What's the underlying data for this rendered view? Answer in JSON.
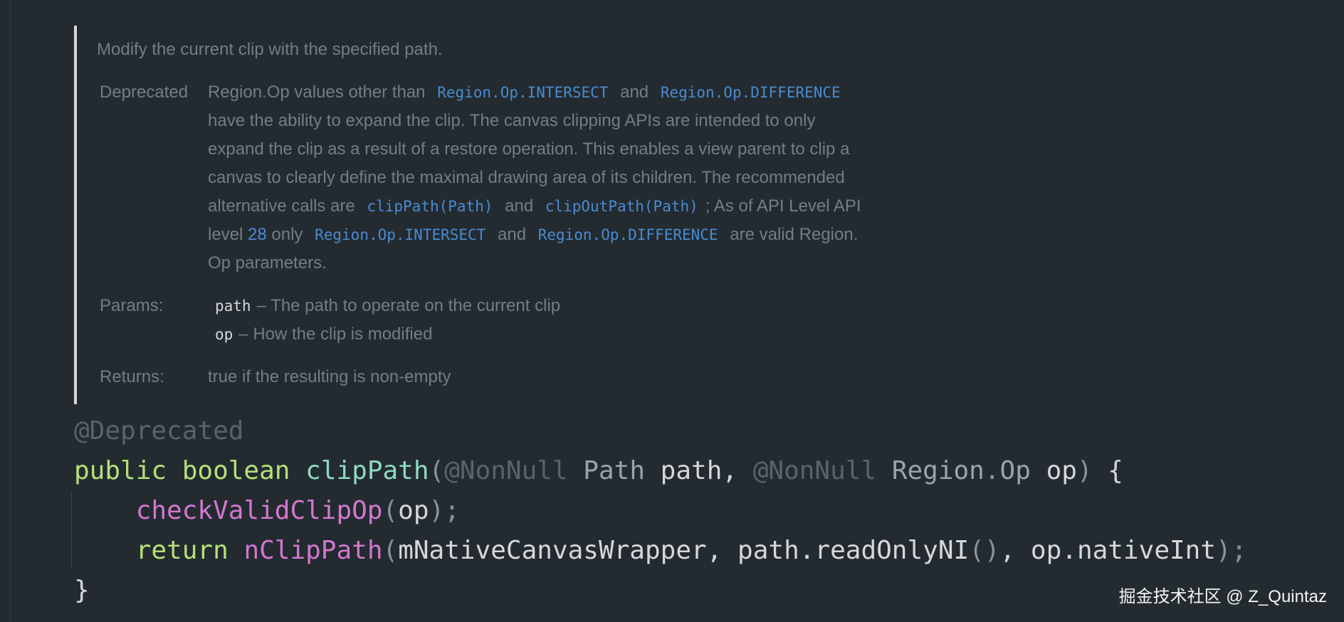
{
  "doc": {
    "summary": "Modify the current clip with the specified path.",
    "deprecated_label": "Deprecated",
    "deprecated_lines": [
      [
        {
          "t": "Region.Op values other than ",
          "k": "text"
        },
        {
          "t": "Region.Op.INTERSECT",
          "k": "code"
        },
        {
          "t": " and ",
          "k": "text"
        },
        {
          "t": "Region.Op.DIFFERENCE",
          "k": "code"
        }
      ],
      [
        {
          "t": "have the ability to expand the clip. The canvas clipping APIs are intended to only",
          "k": "text"
        }
      ],
      [
        {
          "t": "expand the clip as a result of a restore operation. This enables a view parent to clip a",
          "k": "text"
        }
      ],
      [
        {
          "t": "canvas to clearly define the maximal drawing area of its children. The recommended",
          "k": "text"
        }
      ],
      [
        {
          "t": "alternative calls are ",
          "k": "text"
        },
        {
          "t": "clipPath(Path)",
          "k": "code"
        },
        {
          "t": " and ",
          "k": "text"
        },
        {
          "t": "clipOutPath(Path)",
          "k": "code"
        },
        {
          "t": "; As of API Level API",
          "k": "text"
        }
      ],
      [
        {
          "t": "level ",
          "k": "text"
        },
        {
          "t": "28",
          "k": "num"
        },
        {
          "t": " only ",
          "k": "text"
        },
        {
          "t": "Region.Op.INTERSECT",
          "k": "code"
        },
        {
          "t": " and ",
          "k": "text"
        },
        {
          "t": "Region.Op.DIFFERENCE",
          "k": "code"
        },
        {
          "t": " are valid Region.",
          "k": "text"
        }
      ],
      [
        {
          "t": "Op parameters.",
          "k": "text"
        }
      ]
    ],
    "params_label": "Params:",
    "params": [
      {
        "name": "path",
        "desc": "– The path to operate on the current clip"
      },
      {
        "name": "op",
        "desc": "– How the clip is modified"
      }
    ],
    "returns_label": "Returns:",
    "returns_text": "true if the resulting is non-empty"
  },
  "code_lines": [
    [
      {
        "t": "@Deprecated",
        "c": "annot"
      }
    ],
    [
      {
        "t": "public",
        "c": "kw"
      },
      {
        "t": " ",
        "c": "plain"
      },
      {
        "t": "boolean",
        "c": "kw"
      },
      {
        "t": " ",
        "c": "plain"
      },
      {
        "t": "clipPath",
        "c": "fn"
      },
      {
        "t": "(",
        "c": "punct"
      },
      {
        "t": "@NonNull",
        "c": "annot"
      },
      {
        "t": " ",
        "c": "plain"
      },
      {
        "t": "Path",
        "c": "type"
      },
      {
        "t": " path",
        "c": "plain"
      },
      {
        "t": ", ",
        "c": "plain"
      },
      {
        "t": "@NonNull",
        "c": "annot"
      },
      {
        "t": " ",
        "c": "plain"
      },
      {
        "t": "Region",
        "c": "type"
      },
      {
        "t": ".",
        "c": "punct"
      },
      {
        "t": "Op",
        "c": "type"
      },
      {
        "t": " op",
        "c": "plain"
      },
      {
        "t": ")",
        "c": "punct"
      },
      {
        "t": " {",
        "c": "plain"
      }
    ],
    [
      {
        "t": "    ",
        "c": "plain"
      },
      {
        "t": "checkValidClipOp",
        "c": "call"
      },
      {
        "t": "(",
        "c": "punct"
      },
      {
        "t": "op",
        "c": "plain"
      },
      {
        "t": ");",
        "c": "punct"
      }
    ],
    [
      {
        "t": "    ",
        "c": "plain"
      },
      {
        "t": "return",
        "c": "kw"
      },
      {
        "t": " ",
        "c": "plain"
      },
      {
        "t": "nClipPath",
        "c": "call"
      },
      {
        "t": "(",
        "c": "punct"
      },
      {
        "t": "mNativeCanvasWrapper",
        "c": "plain"
      },
      {
        "t": ", ",
        "c": "plain"
      },
      {
        "t": "path",
        "c": "plain"
      },
      {
        "t": ".",
        "c": "plain"
      },
      {
        "t": "readOnlyNI",
        "c": "plain"
      },
      {
        "t": "()",
        "c": "punct"
      },
      {
        "t": ", ",
        "c": "plain"
      },
      {
        "t": "op",
        "c": "plain"
      },
      {
        "t": ".",
        "c": "plain"
      },
      {
        "t": "nativeInt",
        "c": "plain"
      },
      {
        "t": ")",
        "c": "punct"
      },
      {
        "t": ";",
        "c": "punct"
      }
    ],
    [
      {
        "t": "}",
        "c": "plain"
      }
    ]
  ],
  "watermark": "掘金技术社区 @ Z_Quintaz",
  "colors": {
    "background": "#232b30",
    "doc_text": "#757d83",
    "doc_code": "#4a8bd0",
    "keyword": "#b5e07a",
    "function": "#8fd9c6",
    "call": "#d377cf",
    "annotation": "#5b6369"
  }
}
